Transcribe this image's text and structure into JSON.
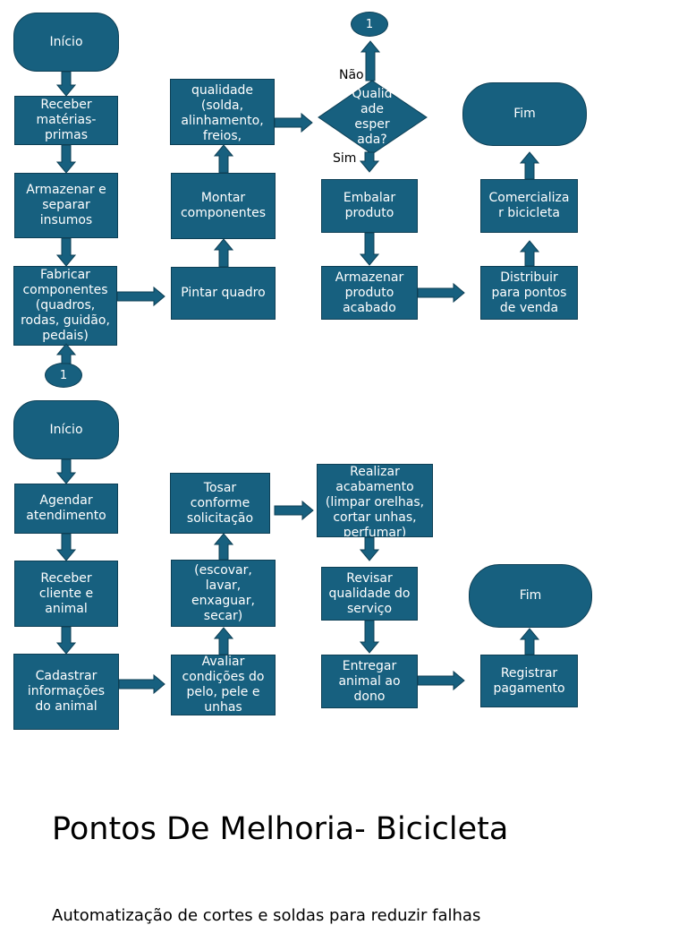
{
  "bicicleta": {
    "inicio": "Início",
    "receber_materias": "Receber\nmatérias-\nprimas",
    "armazenar_insumos": "Armazenar e\nseparar\ninsumos",
    "fabricar": "Fabricar\ncomponentes\n(quadros,\nrodas, guidão,\npedais)",
    "conector_inferior": "1",
    "pintar": "Pintar quadro",
    "montar": "Montar\ncomponentes",
    "inspecao": "qualidade\n(solda,\nalinhamento,\nfreios,",
    "decisao": "Qualid\nade\nesper\nada?",
    "decisao_nao": "Não",
    "decisao_sim": "Sim",
    "conector_superior": "1",
    "embalar": "Embalar\nproduto",
    "armazenar_acabado": "Armazenar\nproduto\nacabado",
    "distribuir": "Distribuir\npara pontos\nde venda",
    "comercializar": "Comercializa\nr bicicleta",
    "fim": "Fim"
  },
  "petshop": {
    "inicio": "Início",
    "agendar": "Agendar\natendimento",
    "receber_cliente": "Receber\ncliente e\nanimal",
    "cadastrar": "Cadastrar\ninformações\ndo animal",
    "avaliar": "Avaliar\ncondições do\npelo, pele e\nunhas",
    "banho": "(escovar,\nlavar,\nenxaguar,\nsecar)",
    "tosar": "Tosar\nconforme\nsolicitação",
    "acabamento": "Realizar\nacabamento\n(limpar orelhas,\ncortar unhas,\nperfumar)",
    "revisar": "Revisar\nqualidade do\nserviço",
    "entregar": "Entregar\nanimal ao\ndono",
    "registrar": "Registrar\npagamento",
    "fim": "Fim"
  },
  "melhoria": {
    "titulo": "Pontos De Melhoria- Bicicleta",
    "texto": "Automatização de cortes e soldas para reduzir falhas"
  },
  "colors": {
    "shape_fill": "#17607f",
    "shape_border": "#0d3f55"
  }
}
